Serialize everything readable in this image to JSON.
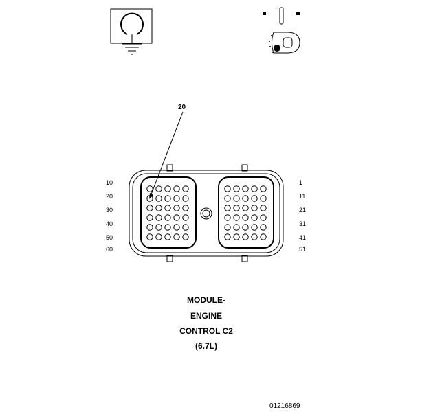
{
  "connector": {
    "callout": "20",
    "left_labels": [
      "10",
      "20",
      "30",
      "40",
      "50",
      "60"
    ],
    "right_labels": [
      "1",
      "11",
      "21",
      "31",
      "41",
      "51"
    ]
  },
  "caption": {
    "lines": [
      "MODULE-",
      "ENGINE",
      "CONTROL C2",
      "(6.7L)"
    ]
  },
  "figure_id": "01216869",
  "icons": {
    "terminal_symbol": "ground-terminal-icon",
    "harness_view": "connector-key-icon"
  }
}
